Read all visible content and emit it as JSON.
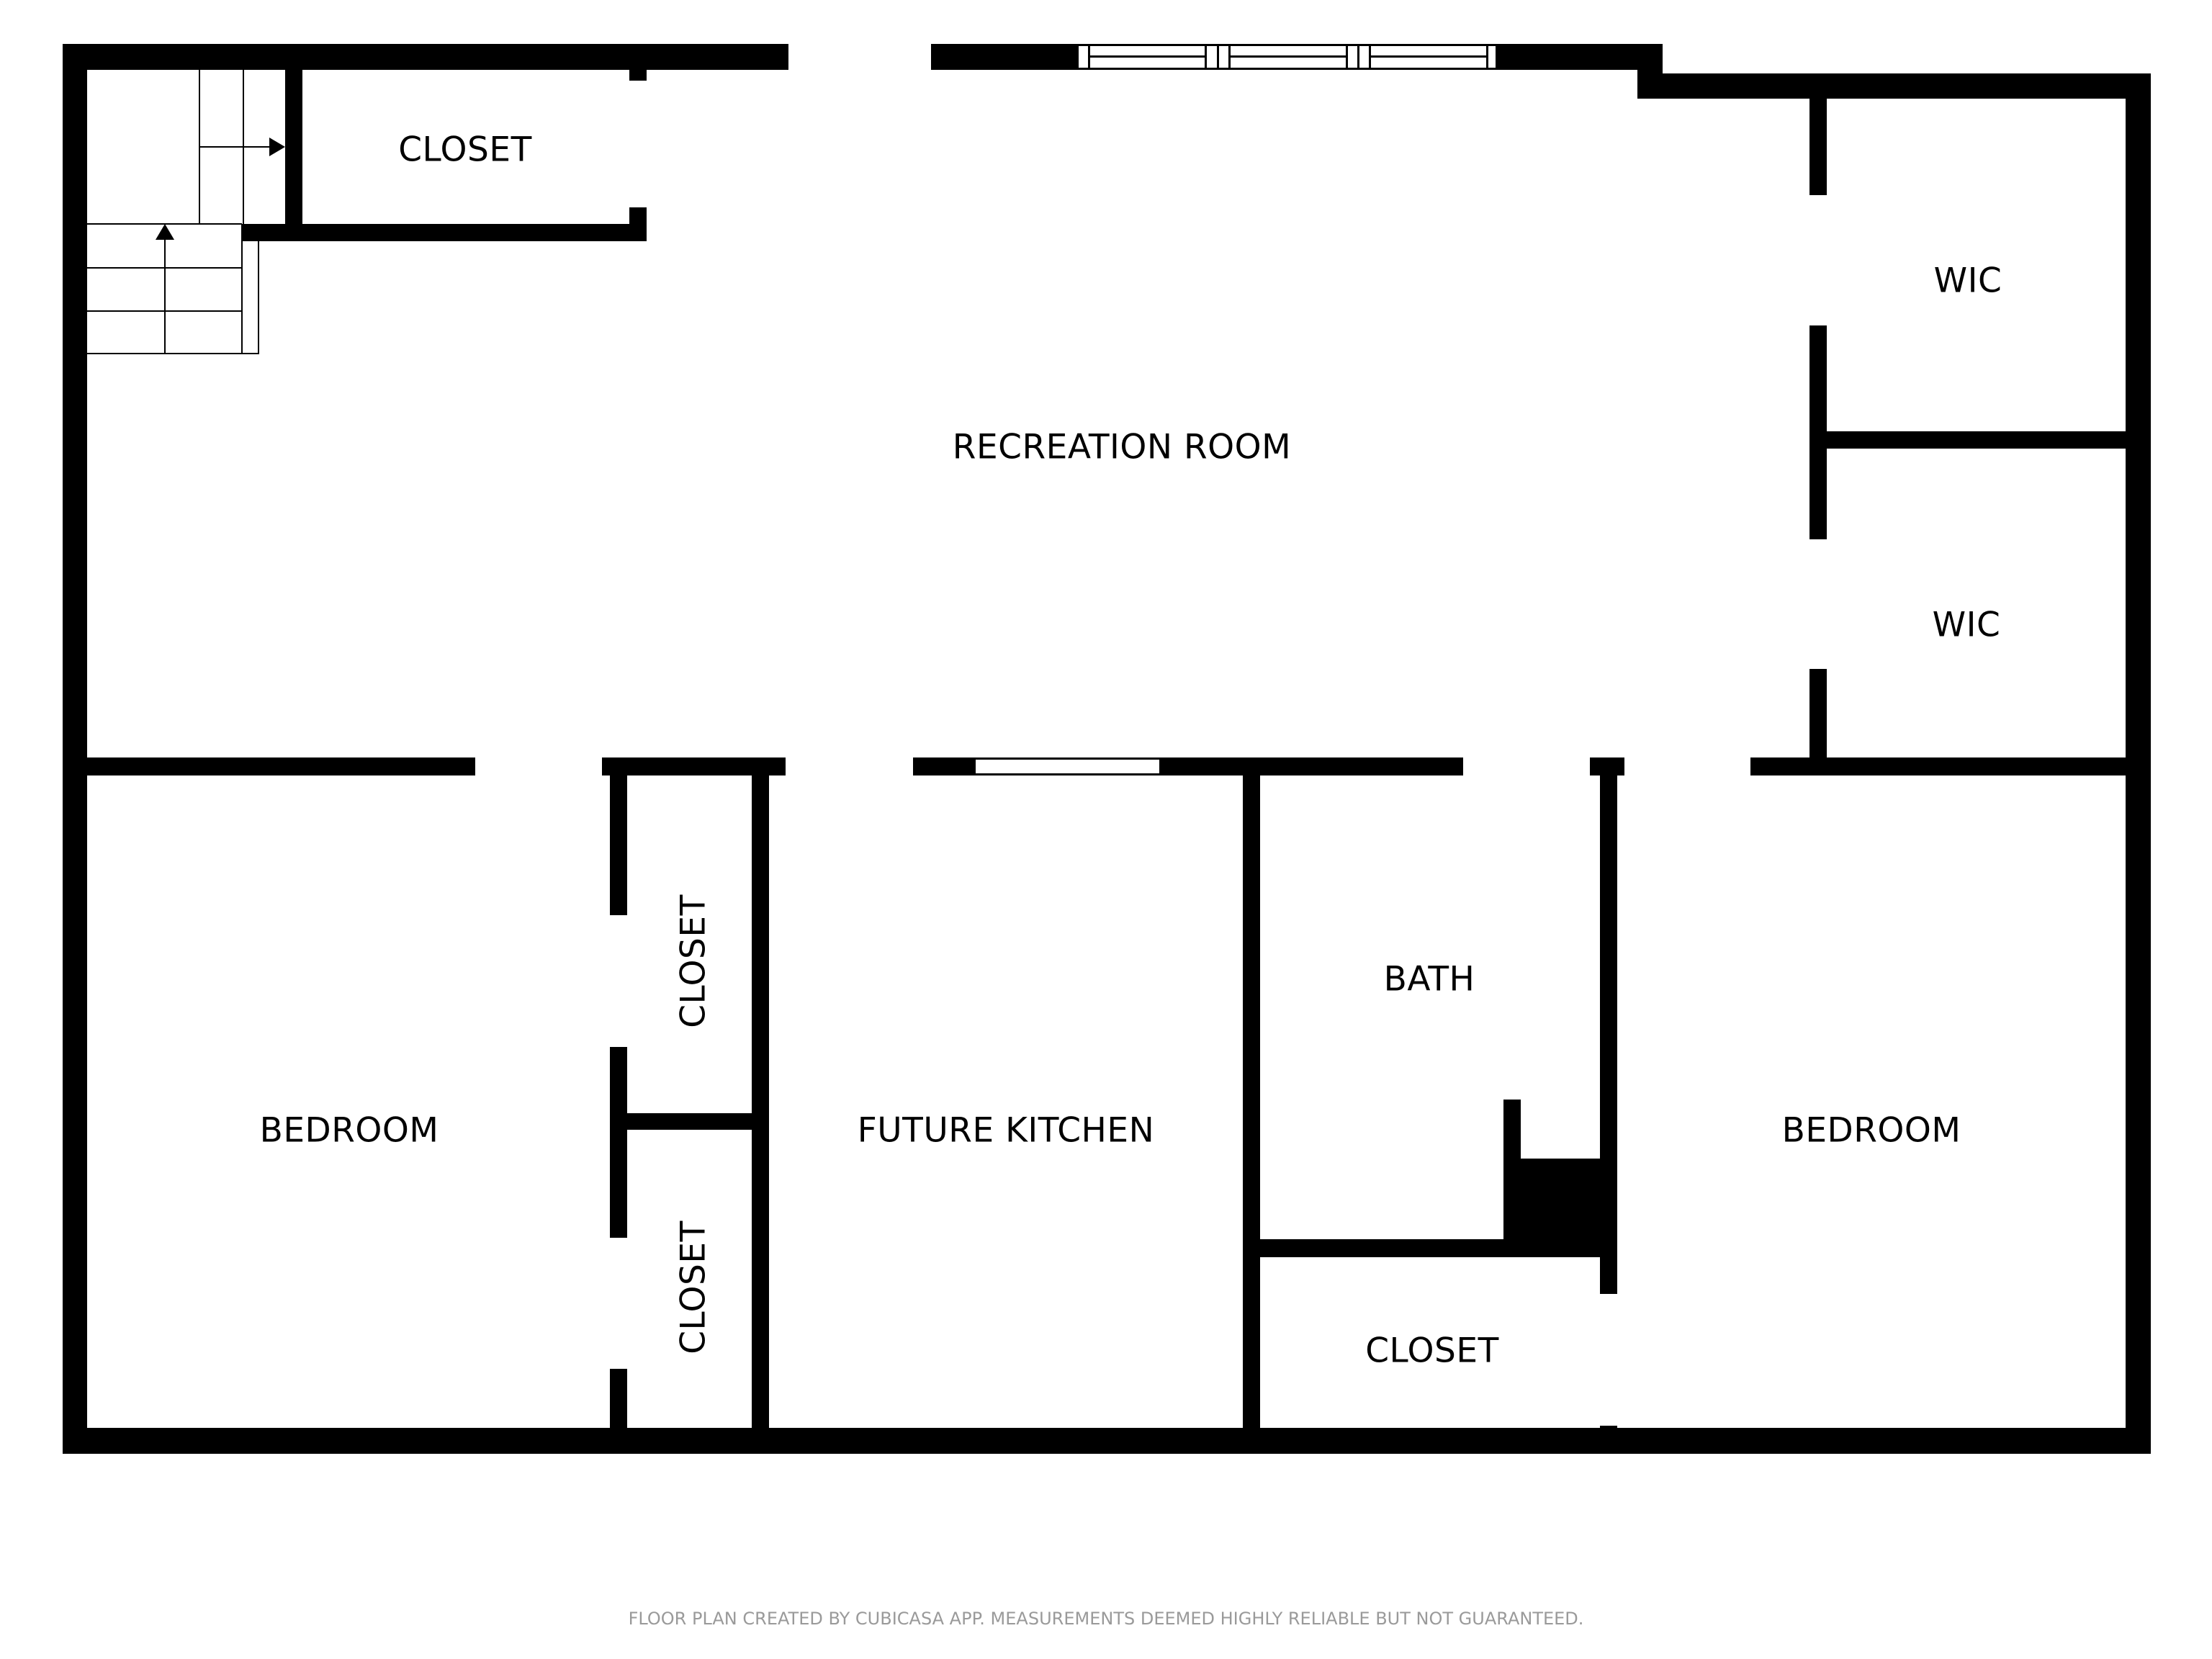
{
  "plan": {
    "rooms": [
      {
        "id": "recreation-room",
        "label": "RECREATION ROOM"
      },
      {
        "id": "closet-top",
        "label": "CLOSET"
      },
      {
        "id": "wic-upper",
        "label": "WIC"
      },
      {
        "id": "wic-lower",
        "label": "WIC"
      },
      {
        "id": "bedroom-left",
        "label": "BEDROOM"
      },
      {
        "id": "closet-left-upper",
        "label": "CLOSET"
      },
      {
        "id": "closet-left-lower",
        "label": "CLOSET"
      },
      {
        "id": "future-kitchen",
        "label": "FUTURE KITCHEN"
      },
      {
        "id": "bath",
        "label": "BATH"
      },
      {
        "id": "closet-bath",
        "label": "CLOSET"
      },
      {
        "id": "bedroom-right",
        "label": "BEDROOM"
      }
    ],
    "stairs": {
      "direction_icons": [
        "arrow-up-icon",
        "arrow-right-icon"
      ]
    },
    "colors": {
      "wall": "#000000",
      "background": "#ffffff",
      "footer_text": "#9a9a9a"
    }
  },
  "footer": {
    "note": "FLOOR PLAN CREATED BY CUBICASA APP. MEASUREMENTS DEEMED HIGHLY RELIABLE BUT NOT GUARANTEED."
  }
}
